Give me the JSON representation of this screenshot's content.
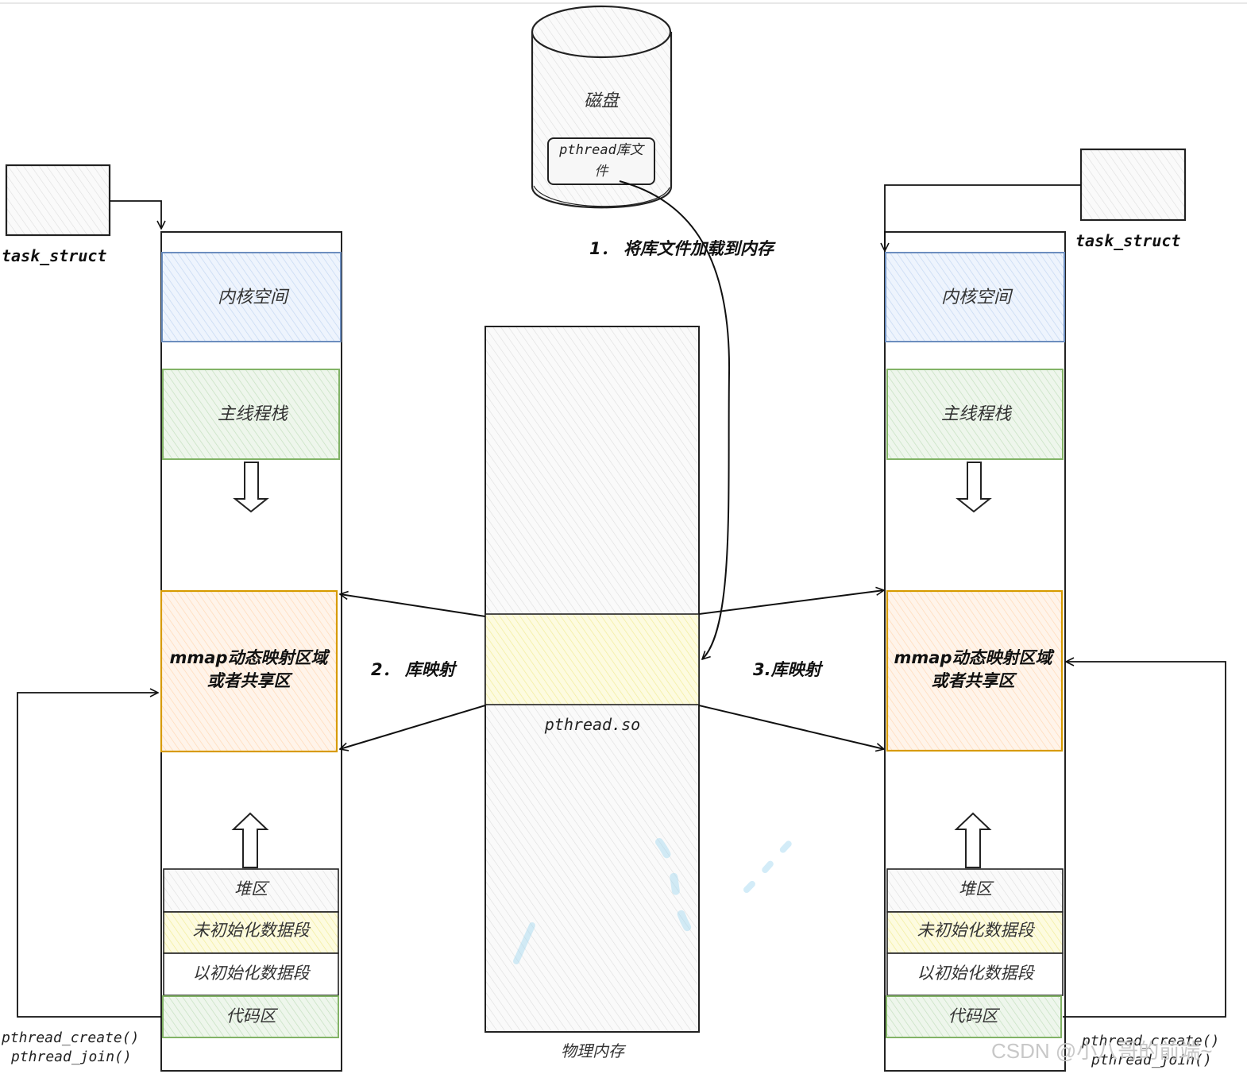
{
  "disk": {
    "label": "磁盘",
    "lib_file": [
      "pthread库文",
      "件"
    ]
  },
  "steps": {
    "load": "1． 将库文件加载到内存",
    "map_left": "2． 库映射",
    "map_right": "3.库映射"
  },
  "physical_memory": {
    "label": "物理内存",
    "lib_label": "pthread.so"
  },
  "left_process": {
    "task_label": "task_struct",
    "kernel": "内核空间",
    "stack": "主线程栈",
    "mmap": [
      "mmap动态映射区域",
      "或者共享区"
    ],
    "heap": "堆区",
    "bss": "未初始化数据段",
    "data": "以初始化数据段",
    "code": "代码区",
    "calls": [
      "pthread_create()",
      "pthread_join()"
    ]
  },
  "right_process": {
    "task_label": "task_struct",
    "kernel": "内核空间",
    "stack": "主线程栈",
    "mmap": [
      "mmap动态映射区域",
      "或者共享区"
    ],
    "heap": "堆区",
    "bss": "未初始化数据段",
    "data": "以初始化数据段",
    "code": "代码区",
    "calls": [
      "pthread_create()",
      "pthread_join()"
    ]
  },
  "watermark": "CSDN @小八哥的前端~",
  "colors": {
    "kernel": "#dae8fc",
    "kernel_stroke": "#6c8ebf",
    "stack": "#d5e8d4",
    "stack_stroke": "#82b366",
    "mmap": "#ffe6cc",
    "mmap_stroke": "#d79b00",
    "bss": "#fff2b3",
    "code": "#d5e8d4",
    "phys": "#f0f0f0",
    "phys_lib": "#fbf7c0"
  }
}
